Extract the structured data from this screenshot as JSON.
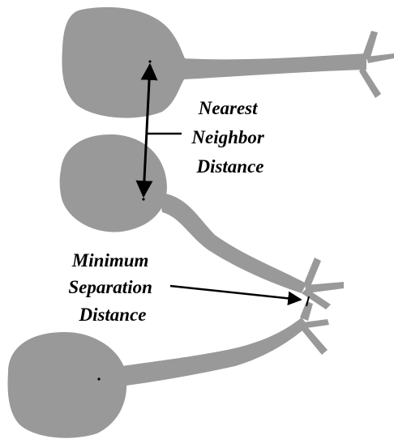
{
  "labels": {
    "nearest_neighbor": {
      "line1": "Nearest",
      "line2": "Neighbor",
      "line3": "Distance"
    },
    "minimum_separation": {
      "line1": "Minimum",
      "line2": "Separation",
      "line3": "Distance"
    }
  },
  "colors": {
    "cell_fill": "#999999",
    "arrow": "#000000",
    "text": "#000000",
    "background": "#ffffff"
  }
}
